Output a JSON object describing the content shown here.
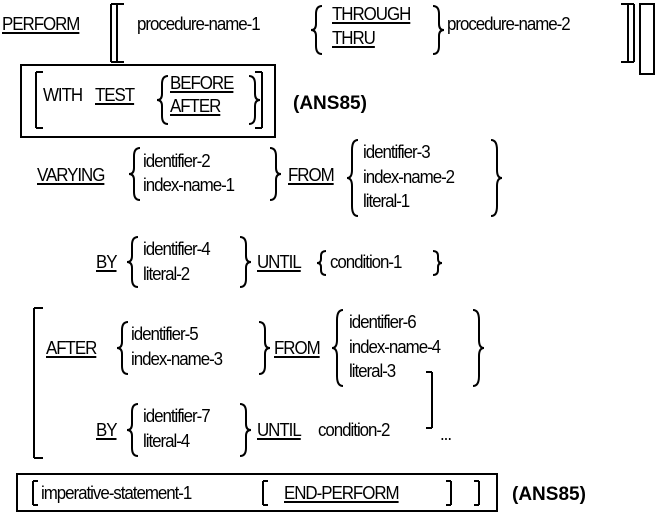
{
  "syntax": {
    "perform": "PERFORM",
    "procedure_name_1": "procedure-name-1",
    "through": "THROUGH",
    "thru": "THRU",
    "procedure_name_2": "procedure-name-2",
    "with": "WITH",
    "test": "TEST",
    "before": "BEFORE",
    "after_kw": "AFTER",
    "ans85_1": "(ANS85)",
    "varying": "VARYING",
    "identifier_2": "identifier-2",
    "index_name_1": "index-name-1",
    "from_1": "FROM",
    "identifier_3": "identifier-3",
    "index_name_2": "index-name-2",
    "literal_1": "literal-1",
    "by_1": "BY",
    "identifier_4": "identifier-4",
    "literal_2": "literal-2",
    "until_1": "UNTIL",
    "condition_1": "condition-1",
    "after_2": "AFTER",
    "identifier_5": "identifier-5",
    "index_name_3": "index-name-3",
    "from_2": "FROM",
    "identifier_6": "identifier-6",
    "index_name_4": "index-name-4",
    "literal_3": "literal-3",
    "by_2": "BY",
    "identifier_7": "identifier-7",
    "literal_4": "literal-4",
    "until_2": "UNTIL",
    "condition_2": "condition-2",
    "ellipsis": "...",
    "imperative_statement_1": "imperative-statement-1",
    "end_perform": "END-PERFORM",
    "ans85_2": "(ANS85)"
  }
}
